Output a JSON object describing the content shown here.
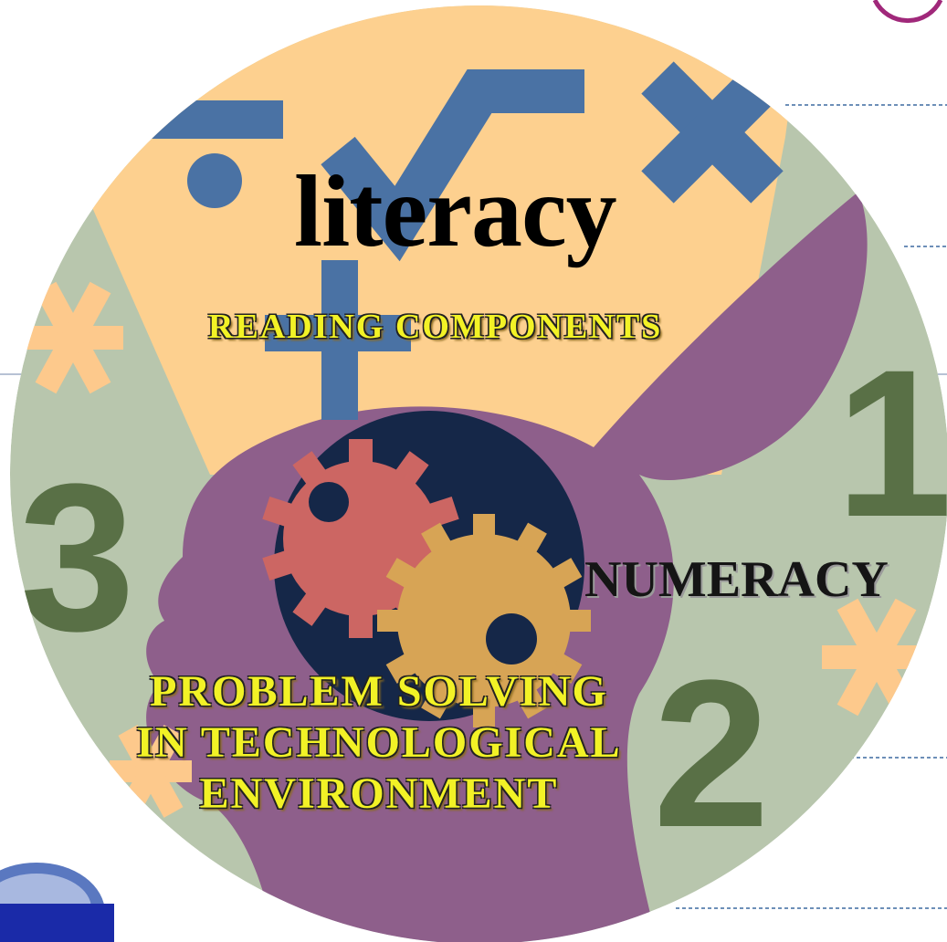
{
  "labels": {
    "literacy": "literacy",
    "reading_components": "READING COMPONENTS",
    "numeracy": "NUMERACY",
    "problem_solving_lines": [
      "PROBLEM SOLVING",
      "IN TECHNOLOGICAL",
      "ENVIRONMENT"
    ]
  },
  "colors": {
    "circle_bg": "#b8c6ad",
    "funnel": "#fdd08f",
    "head": "#8e5f8b",
    "math_symbols": "#4a72a4",
    "numbers": "#597046",
    "asterisks": "#fdc98c",
    "gear_red": "#cc6663",
    "gear_gold": "#d7a455",
    "gear_dark": "#152748",
    "label_yellow": "#f2f226"
  },
  "icons": [
    "divide-icon",
    "square-root-icon",
    "multiply-icon",
    "plus-icon",
    "asterisk-icon",
    "gear-icon",
    "head-silhouette-icon",
    "globe-logo-icon"
  ],
  "digits": [
    "1",
    "2",
    "3"
  ]
}
